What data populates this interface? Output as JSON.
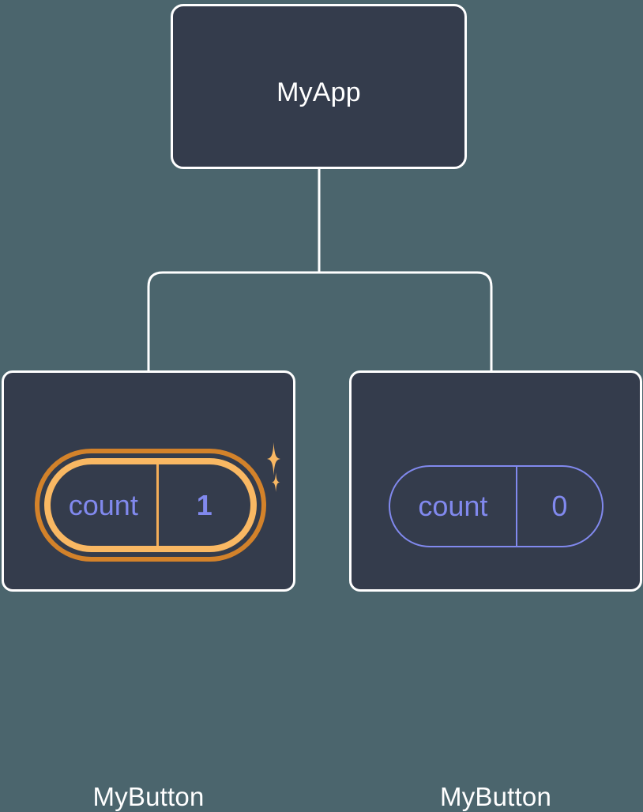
{
  "diagram": {
    "type": "component-tree",
    "background_color": "#4b656d",
    "node_fill_color": "#343c4c",
    "node_border_color": "#ffffff",
    "connector_color": "#ffffff",
    "state_accent_color": "#8189ee",
    "highlight_outer_color": "#d3822a",
    "highlight_inner_color": "#f9b863",
    "sparkle_color": "#f9b863"
  },
  "nodes": {
    "root": {
      "title": "MyApp"
    },
    "child_left": {
      "title": "MyButton",
      "state": {
        "label": "count",
        "value": "1",
        "highlighted": "true"
      }
    },
    "child_right": {
      "title": "MyButton",
      "state": {
        "label": "count",
        "value": "0",
        "highlighted": "false"
      }
    }
  },
  "icons": {
    "sparkle_large": "sparkle-icon",
    "sparkle_small": "sparkle-icon"
  }
}
